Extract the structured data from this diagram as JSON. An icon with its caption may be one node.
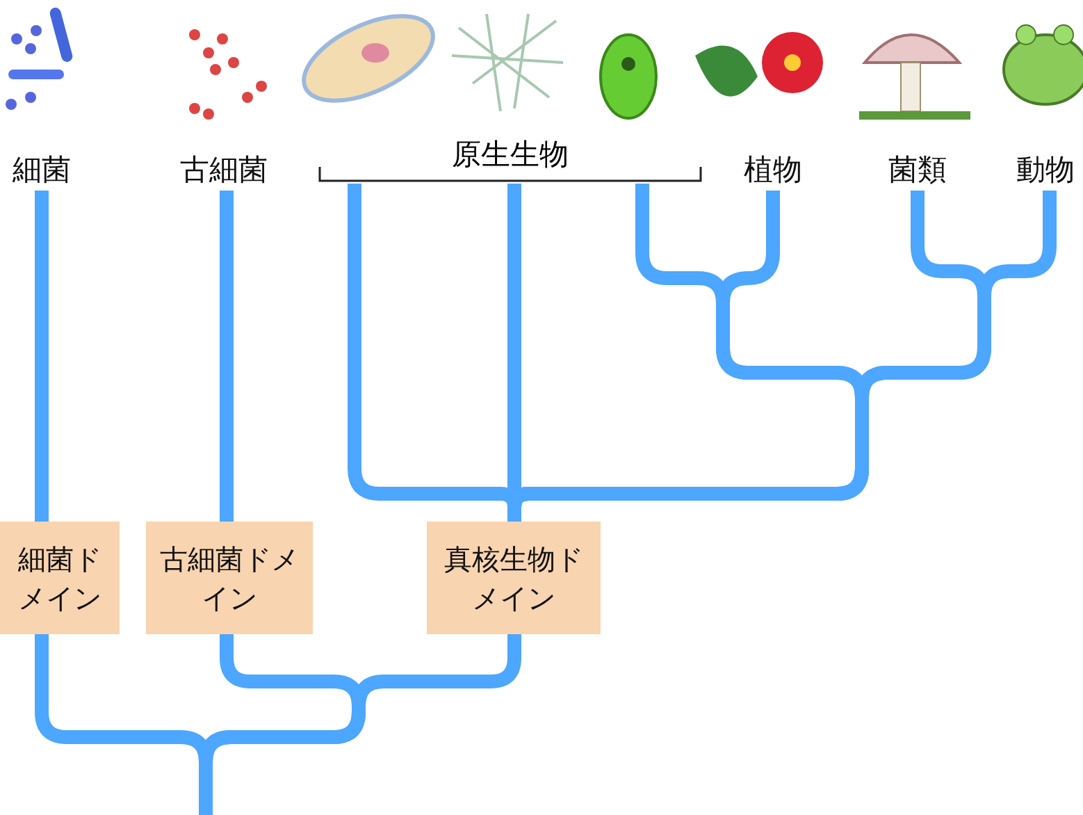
{
  "diagram": {
    "nodes": [
      {
        "text": [
          "細菌"
        ]
      },
      {
        "text": [
          "古細菌"
        ]
      },
      {
        "text": [
          "原生生物"
        ]
      },
      {
        "text": [
          "植物"
        ]
      },
      {
        "text": [
          "菌類"
        ]
      },
      {
        "text": [
          "動物"
        ]
      },
      {
        "text": [
          "細菌ドメイン"
        ]
      },
      {
        "text": [
          "古細菌ドメイン"
        ]
      },
      {
        "text": [
          "真核生物ドメイン"
        ]
      }
    ],
    "edges": [
      {
        "from": null,
        "to": 6,
        "arrow": "none"
      },
      {
        "from": null,
        "to": 7,
        "arrow": "none"
      },
      {
        "from": null,
        "to": 8,
        "arrow": "none"
      },
      {
        "from": 6,
        "to": 0,
        "arrow": "none"
      },
      {
        "from": 7,
        "to": 1,
        "arrow": "none"
      },
      {
        "from": 8,
        "to": 2,
        "arrow": "none"
      },
      {
        "from": 8,
        "to": 2,
        "arrow": "none"
      },
      {
        "from": 8,
        "to": 2,
        "arrow": "none"
      },
      {
        "from": 8,
        "to": 3,
        "arrow": "none"
      },
      {
        "from": 8,
        "to": 4,
        "arrow": "none"
      },
      {
        "from": 8,
        "to": 5,
        "arrow": "none"
      }
    ]
  }
}
